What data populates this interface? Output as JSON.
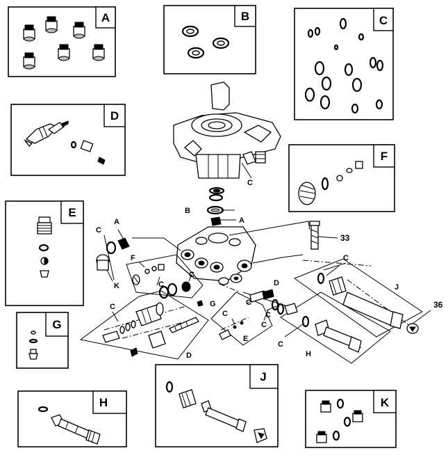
{
  "kit_boxes": [
    {
      "letter": "A"
    },
    {
      "letter": "B"
    },
    {
      "letter": "C"
    },
    {
      "letter": "D"
    },
    {
      "letter": "E"
    },
    {
      "letter": "F"
    },
    {
      "letter": "G"
    },
    {
      "letter": "H"
    },
    {
      "letter": "J"
    },
    {
      "letter": "K"
    }
  ],
  "callouts": {
    "c_pump": "C",
    "b": "B",
    "a_main": "A",
    "part_33": "33",
    "c_left": "C",
    "a_left": "A",
    "k": "K",
    "f": "F",
    "c_f": "C",
    "c_mid": "C",
    "g": "G",
    "c_d1": "C",
    "c_d2": "C",
    "d_right": "D",
    "c_right": "C",
    "c_e": "C",
    "e": "E",
    "c_d3": "C",
    "d_bottom": "D",
    "c_j": "C",
    "j": "J",
    "part_36": "36",
    "c_h": "C",
    "h": "H"
  }
}
